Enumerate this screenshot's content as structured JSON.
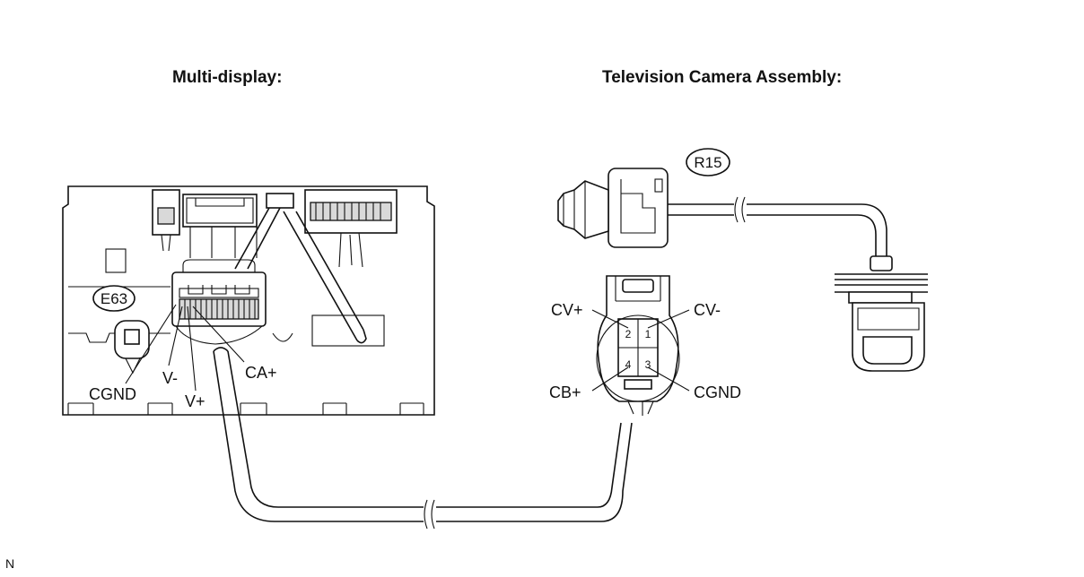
{
  "headings": {
    "multi_display": "Multi-display:",
    "camera": "Television Camera Assembly:"
  },
  "connectors": {
    "e63": "E63",
    "r15": "R15"
  },
  "display_terminals": {
    "cgnd": "CGND",
    "v_minus": "V-",
    "v_plus": "V+",
    "ca_plus": "CA+"
  },
  "camera_terminals": {
    "cv_plus": "CV+",
    "cv_minus": "CV-",
    "cb_plus": "CB+",
    "cgnd": "CGND"
  },
  "pin_numbers": {
    "p1": "1",
    "p2": "2",
    "p3": "3",
    "p4": "4"
  },
  "figure_code": "N"
}
